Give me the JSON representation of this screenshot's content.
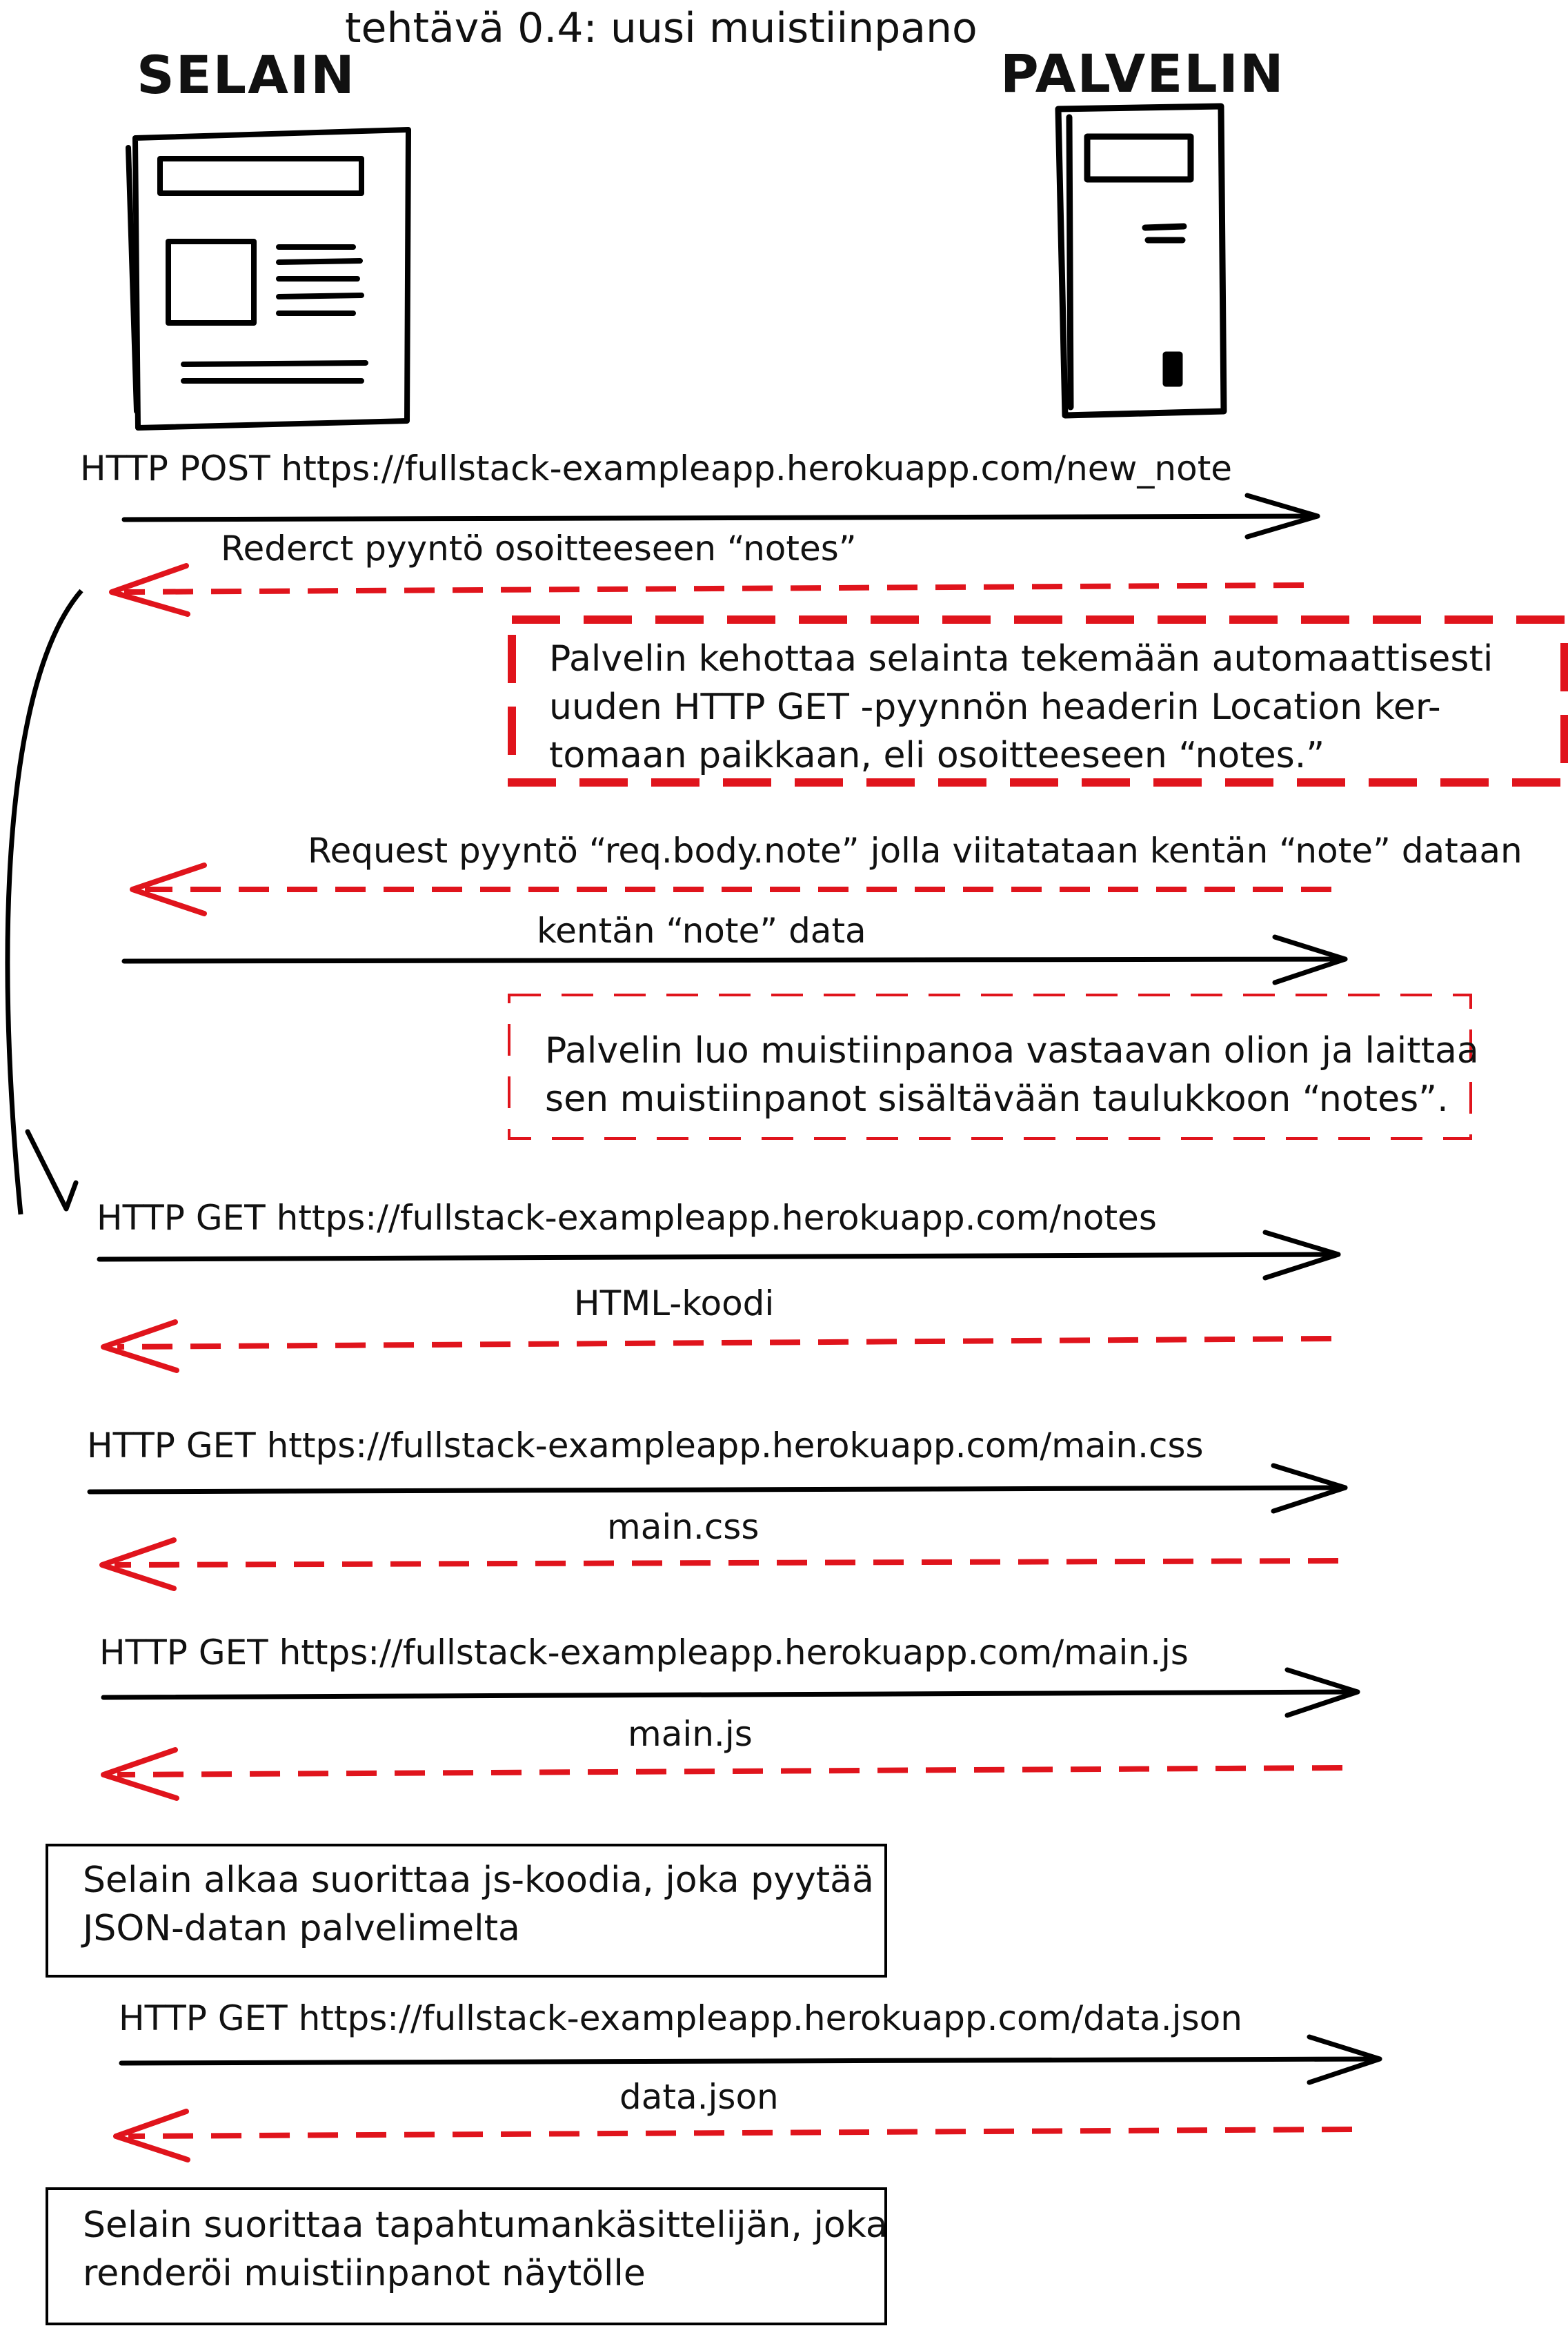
{
  "title": "tehtävä 0.4: uusi muistiinpano",
  "actors": {
    "browser": "SELAIN",
    "server": "PALVELIN"
  },
  "messages": [
    {
      "id": "m1",
      "dir": "to-server",
      "label": "HTTP POST https://fullstack-exampleapp.herokuapp.com/new_note"
    },
    {
      "id": "m2",
      "dir": "to-browser",
      "label": "Rederct pyyntö osoitteeseen “notes”"
    },
    {
      "id": "m3",
      "dir": "to-browser",
      "label": "Request pyyntö “req.body.note” jolla viitatataan kentän “note” dataan"
    },
    {
      "id": "m4",
      "dir": "to-server",
      "label": "kentän “note” data"
    },
    {
      "id": "m5",
      "dir": "to-server",
      "label": "HTTP GET https://fullstack-exampleapp.herokuapp.com/notes"
    },
    {
      "id": "m6",
      "dir": "to-browser",
      "label": "HTML-koodi"
    },
    {
      "id": "m7",
      "dir": "to-server",
      "label": "HTTP GET https://fullstack-exampleapp.herokuapp.com/main.css"
    },
    {
      "id": "m8",
      "dir": "to-browser",
      "label": "main.css"
    },
    {
      "id": "m9",
      "dir": "to-server",
      "label": "HTTP GET https://fullstack-exampleapp.herokuapp.com/main.js"
    },
    {
      "id": "m10",
      "dir": "to-browser",
      "label": "main.js"
    },
    {
      "id": "m11",
      "dir": "to-server",
      "label": "HTTP GET https://fullstack-exampleapp.herokuapp.com/data.json"
    },
    {
      "id": "m12",
      "dir": "to-browser",
      "label": "data.json"
    }
  ],
  "notes": {
    "redirect_note": {
      "line1": "Palvelin kehottaa selainta tekemään automaattisesti",
      "line2": "uuden HTTP GET -pyynnön headerin Location ker-",
      "line3": "tomaan paikkaan, eli osoitteeseen “notes.”"
    },
    "server_note": {
      "line1": "Palvelin luo muistiinpanoa vastaavan olion ja laittaa",
      "line2": "sen muistiinpanot sisältävään taulukkoon “notes”."
    },
    "js_note": {
      "line1": "Selain alkaa suorittaa js-koodia, joka pyytää",
      "line2": "JSON-datan palvelimelta"
    },
    "render_note": {
      "line1": "Selain suorittaa tapahtumankäsittelijän, joka",
      "line2": "renderöi muistiinpanot näytölle"
    }
  },
  "colors": {
    "request": "#000000",
    "response": "#e0141c"
  },
  "icons": {
    "browser": "browser-window-icon",
    "server": "server-tower-icon"
  }
}
